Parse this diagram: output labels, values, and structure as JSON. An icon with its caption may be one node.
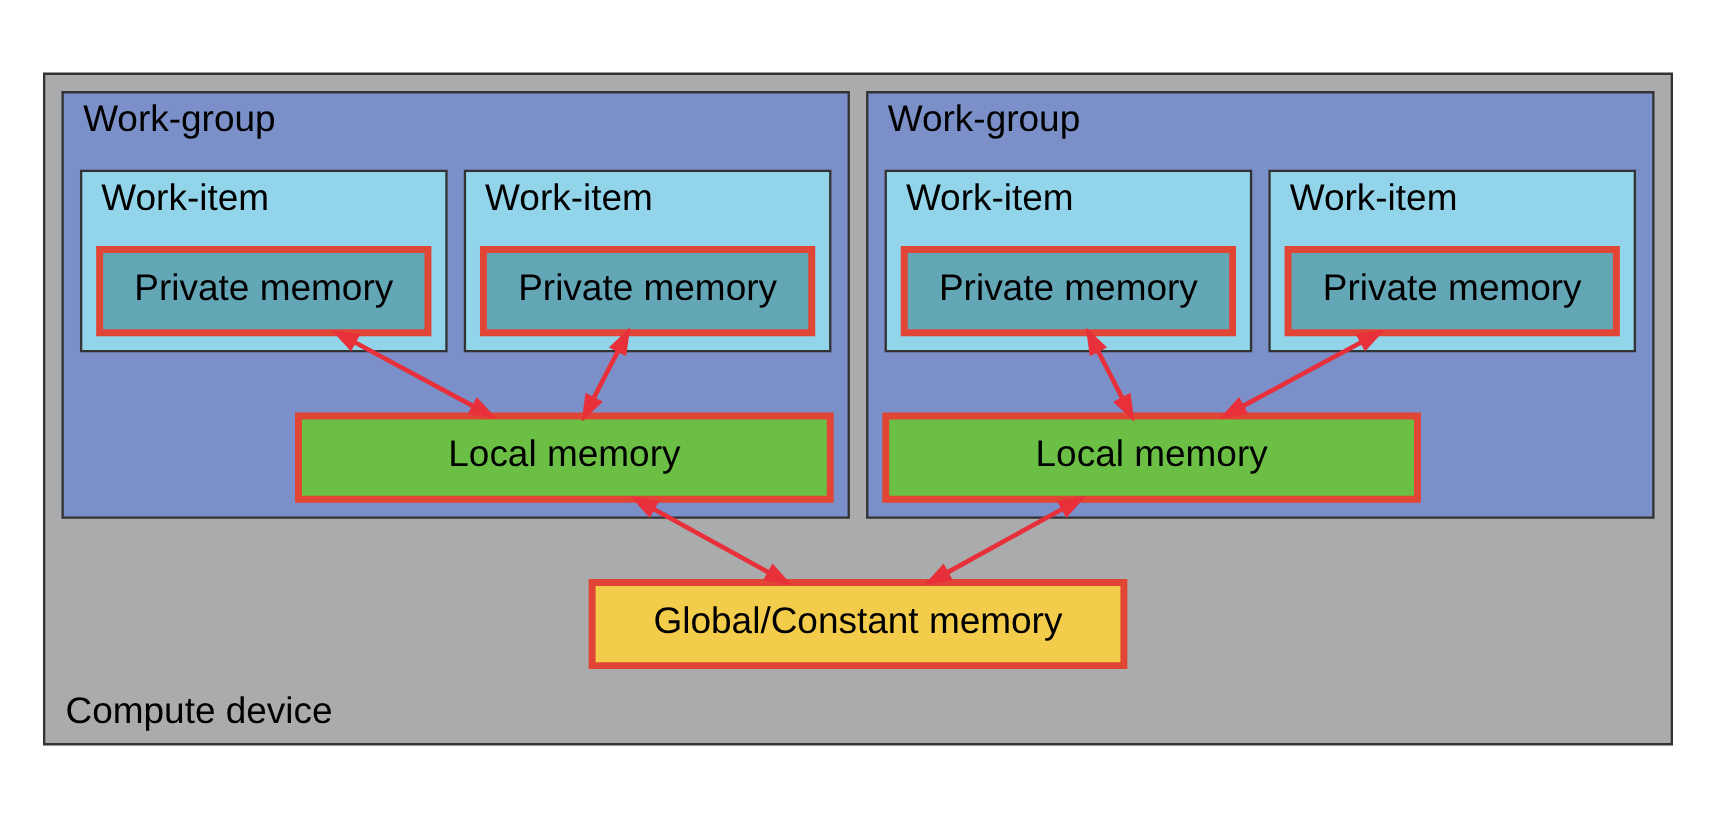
{
  "diagram": {
    "nodes": [
      {
        "text": [
          "Compute device"
        ]
      },
      {
        "text": [
          "Work-group"
        ],
        "in": 0
      },
      {
        "text": [
          "Work-item"
        ],
        "in": 1
      },
      {
        "text": [
          "Private memory"
        ],
        "in": 2
      },
      {
        "text": [
          "Work-item"
        ],
        "in": 1
      },
      {
        "text": [
          "Private memory"
        ],
        "in": 4
      },
      {
        "text": [
          "Local memory"
        ],
        "in": 1
      },
      {
        "text": [
          "Work-group"
        ],
        "in": 0
      },
      {
        "text": [
          "Work-item"
        ],
        "in": 7
      },
      {
        "text": [
          "Private memory"
        ],
        "in": 8
      },
      {
        "text": [
          "Work-item"
        ],
        "in": 7
      },
      {
        "text": [
          "Private memory"
        ],
        "in": 10
      },
      {
        "text": [
          "Local memory"
        ],
        "in": 7
      },
      {
        "text": [
          "Global/Constant memory"
        ],
        "in": 0
      }
    ],
    "edges": [
      {
        "from": 3,
        "to": 6,
        "arrow": "both"
      },
      {
        "from": 5,
        "to": 6,
        "arrow": "both"
      },
      {
        "from": 9,
        "to": 12,
        "arrow": "both"
      },
      {
        "from": 11,
        "to": 12,
        "arrow": "both"
      },
      {
        "from": 6,
        "to": 13,
        "arrow": "both"
      },
      {
        "from": 12,
        "to": 13,
        "arrow": "both"
      }
    ]
  }
}
